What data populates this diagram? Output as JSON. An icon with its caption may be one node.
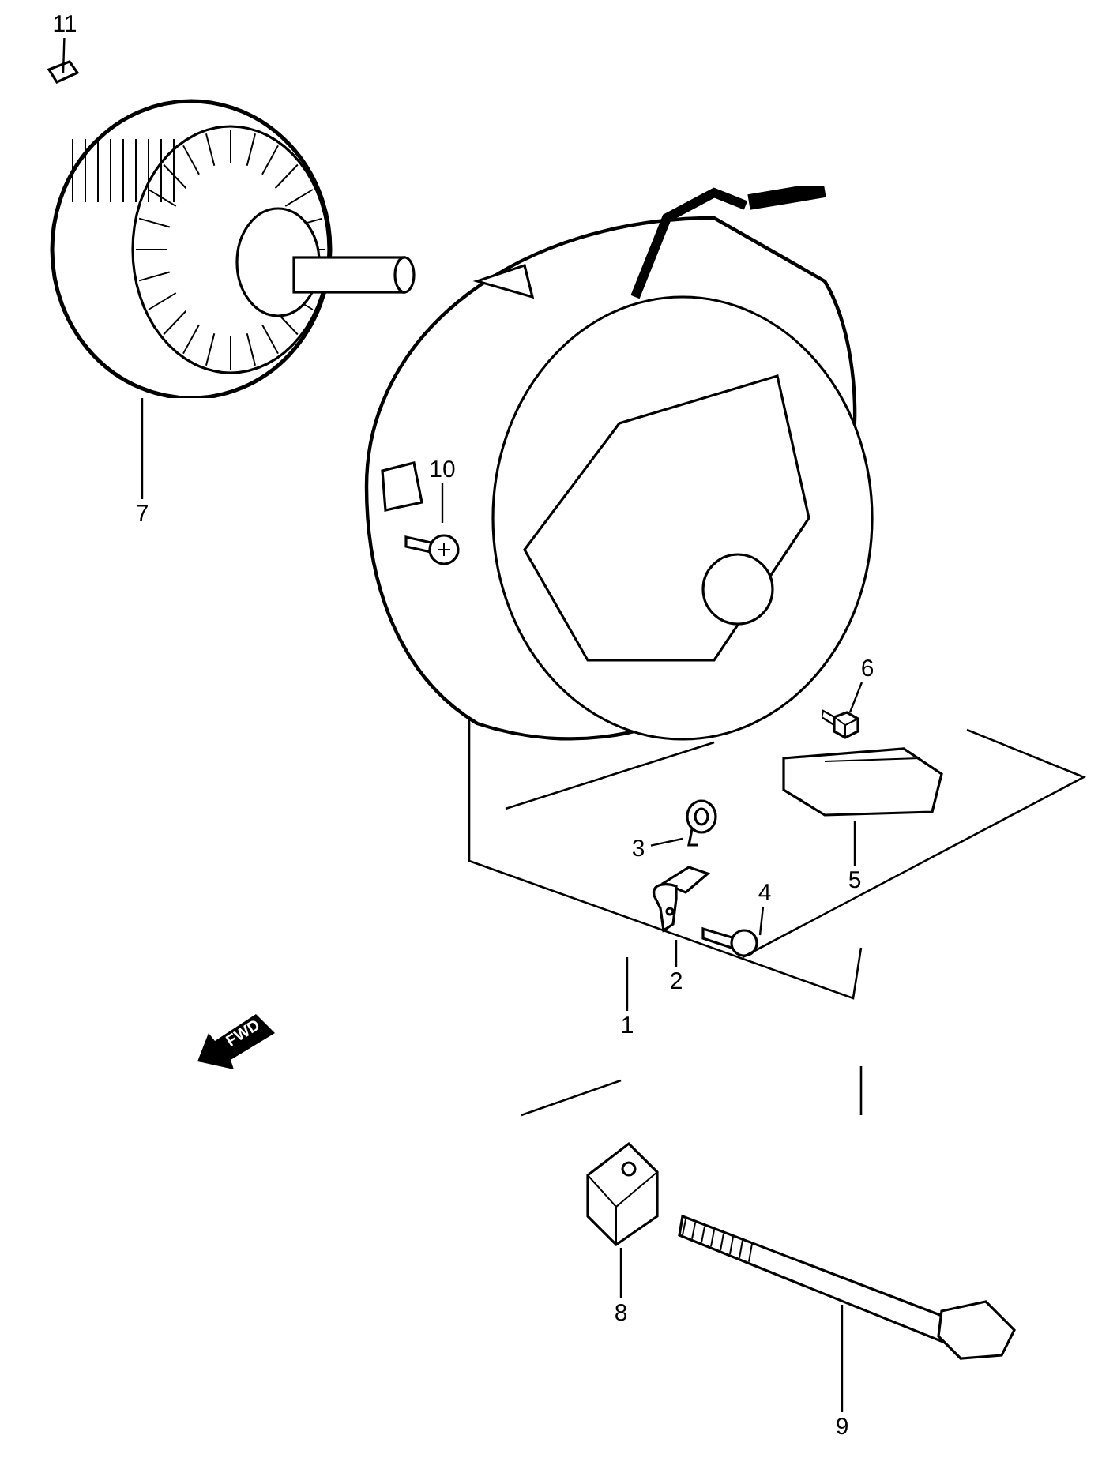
{
  "diagram": {
    "nodes": [
      {
        "text": [
          "11"
        ]
      },
      {
        "text": [],
        "shape": "picture"
      },
      {
        "text": [
          "7"
        ]
      },
      {
        "text": [],
        "shape": "picture"
      },
      {
        "text": [
          "10"
        ],
        "in": 6
      },
      {
        "text": [],
        "shape": "picture",
        "in": 6
      },
      {
        "text": [],
        "shape": "picture"
      },
      {
        "text": [
          "6"
        ]
      },
      {
        "text": [],
        "shape": "picture",
        "in": 6
      },
      {
        "text": [
          "3"
        ]
      },
      {
        "text": [],
        "shape": "picture"
      },
      {
        "text": [
          "5"
        ]
      },
      {
        "text": [],
        "shape": "picture"
      },
      {
        "text": [
          "4"
        ]
      },
      {
        "text": [],
        "shape": "picture"
      },
      {
        "text": [
          "2"
        ]
      },
      {
        "text": [],
        "shape": "picture"
      },
      {
        "text": [
          "1"
        ]
      },
      {
        "text": [
          "8"
        ]
      },
      {
        "text": [],
        "shape": "picture"
      },
      {
        "text": [
          "9"
        ]
      },
      {
        "text": [],
        "shape": "picture"
      }
    ],
    "edges": [
      {
        "from": 0,
        "to": 1,
        "arrow": "none"
      },
      {
        "from": 2,
        "to": 3,
        "arrow": "none"
      },
      {
        "from": 4,
        "to": 5,
        "arrow": "none"
      },
      {
        "from": 7,
        "to": 8,
        "arrow": "none"
      },
      {
        "from": 9,
        "to": 10,
        "arrow": "none"
      },
      {
        "from": 11,
        "to": 12,
        "arrow": "none"
      },
      {
        "from": 13,
        "to": 14,
        "arrow": "none"
      },
      {
        "from": 15,
        "to": 16,
        "arrow": "none"
      },
      {
        "from": 17,
        "to": null,
        "arrow": "none"
      },
      {
        "from": 18,
        "to": 19,
        "arrow": "none"
      },
      {
        "from": 20,
        "to": 21,
        "arrow": "none"
      }
    ],
    "labels": [
      "FWD"
    ]
  }
}
